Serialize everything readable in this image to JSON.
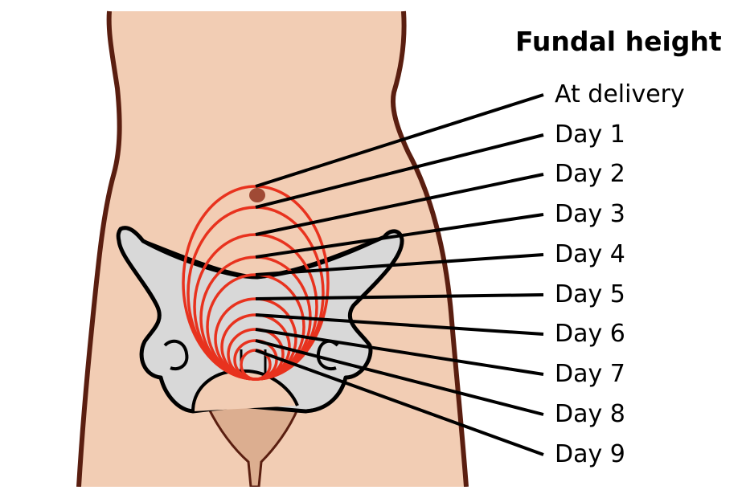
{
  "title": "Fundal height",
  "labels": [
    "At delivery",
    "Day 1",
    "Day 2",
    "Day 3",
    "Day 4",
    "Day 5",
    "Day 6",
    "Day 7",
    "Day 8",
    "Day 9"
  ],
  "colors": {
    "skin": "#f2cdb4",
    "outline": "#5a1e10",
    "bone_fill": "#d8d8d8",
    "bone_stroke": "#000000",
    "uterus": "#e8321e",
    "leader": "#000000"
  }
}
